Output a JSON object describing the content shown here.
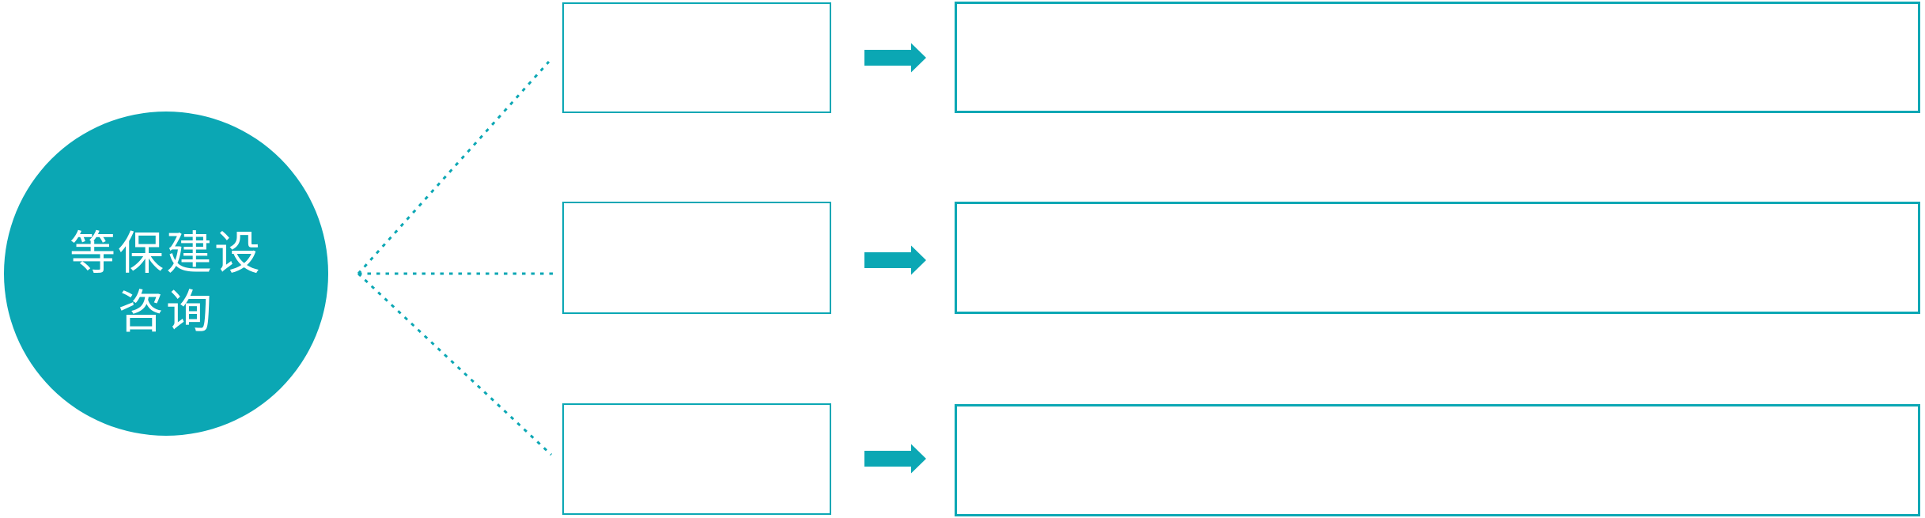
{
  "diagram": {
    "accent_color": "#0BA7B4",
    "background_color": "#FFFFFF",
    "circle": {
      "label_line1": "等保建设",
      "label_line2": "咨询",
      "text_color": "#FFFFFF"
    },
    "rows": [
      {
        "category_text": "",
        "description_text": ""
      },
      {
        "category_text": "",
        "description_text": ""
      },
      {
        "category_text": "",
        "description_text": ""
      }
    ],
    "icons": {
      "connector_arrow": "right-block-arrow",
      "branch_connector": "dotted-line"
    }
  }
}
